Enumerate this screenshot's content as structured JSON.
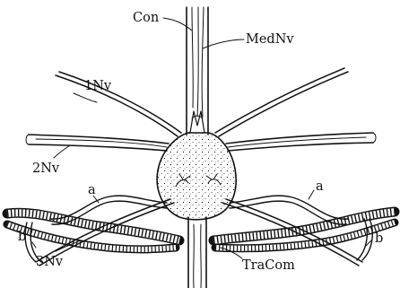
{
  "labels": {
    "con": "Con",
    "med_nv": "MedNv",
    "nv1": "1Nv",
    "nv2": "2Nv",
    "nv3": "3Nv",
    "a_left": "a",
    "a_right": "a",
    "b_left": "b",
    "b_right": "b",
    "tra_com": "TraCom"
  },
  "colors": {
    "ink": "#111111",
    "background": "#ffffff"
  }
}
